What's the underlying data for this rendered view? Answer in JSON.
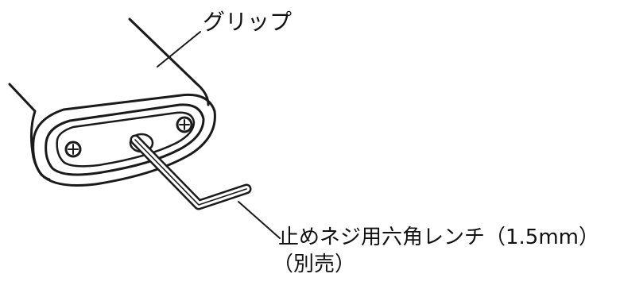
{
  "labels": {
    "grip": "グリップ",
    "wrench": "止めネジ用六角レンチ（1.5mm）",
    "wrench_note": "（別売）"
  },
  "colors": {
    "line": "#1a1a1a",
    "background": "#ffffff"
  }
}
